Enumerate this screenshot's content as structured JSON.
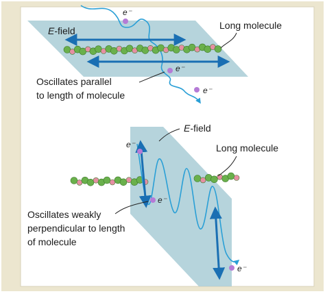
{
  "top_panel": {
    "efield_label": "E",
    "efield_suffix": "-field",
    "molecule_label": "Long molecule",
    "electron_label": "e⁻",
    "oscillation_line1": "Oscillates parallel",
    "oscillation_line2": "to length of molecule"
  },
  "bottom_panel": {
    "efield_label": "E",
    "efield_suffix": "-field",
    "molecule_label": "Long molecule",
    "electron_label": "e⁻",
    "oscillation_line1": "Oscillates weakly",
    "oscillation_line2": "perpendicular to length",
    "oscillation_line3": "of molecule"
  },
  "colors": {
    "frame": "#ece6cf",
    "plane": "#a9cdd6",
    "arrow": "#1a6fb3",
    "wave": "#2a9fd6",
    "bead_green": "#6ab04c",
    "bead_pink": "#e58fa3",
    "electron": "#b57bd6"
  }
}
